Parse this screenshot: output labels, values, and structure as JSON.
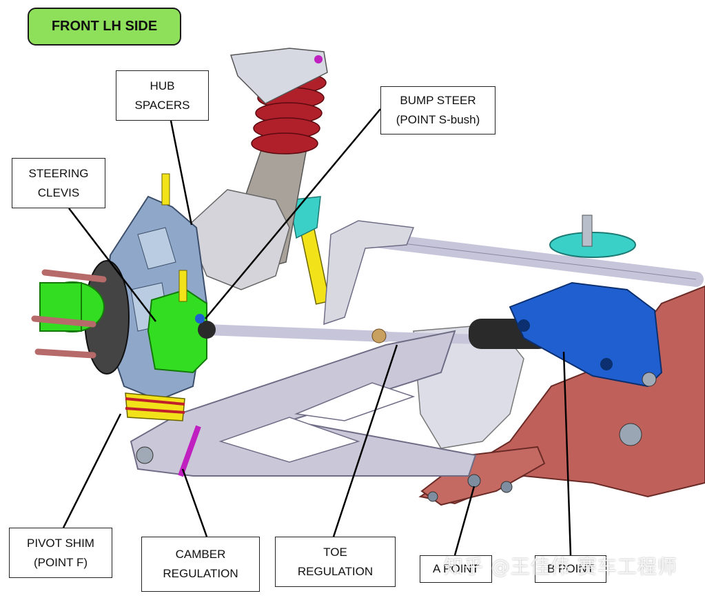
{
  "title": "FRONT LH SIDE",
  "labels": {
    "hub_spacers": "HUB\nSPACERS",
    "bump_steer": "BUMP STEER\n(POINT S-bush)",
    "steering_clevis": "STEERING\nCLEVIS",
    "pivot_shim": "PIVOT SHIM\n(POINT F)",
    "camber_regulation": "CAMBER\nREGULATION",
    "toe_regulation": "TOE\nREGULATION",
    "a_point": "A POINT",
    "b_point": "B POINT"
  },
  "watermark": "知乎 @王佳伟 赛车工程师",
  "colors": {
    "title_bg": "#8ee05a",
    "upright": "#8fa7c8",
    "hub": "#33dd22",
    "spring": "#b0202a",
    "damper": "#a8a29a",
    "wishbone": "#c9c7d8",
    "mount_blue": "#1f5fd0",
    "chassis_red": "#c0605a",
    "teal": "#3ad0c8",
    "yellow": "#f2e21a",
    "magenta": "#c020c0"
  }
}
